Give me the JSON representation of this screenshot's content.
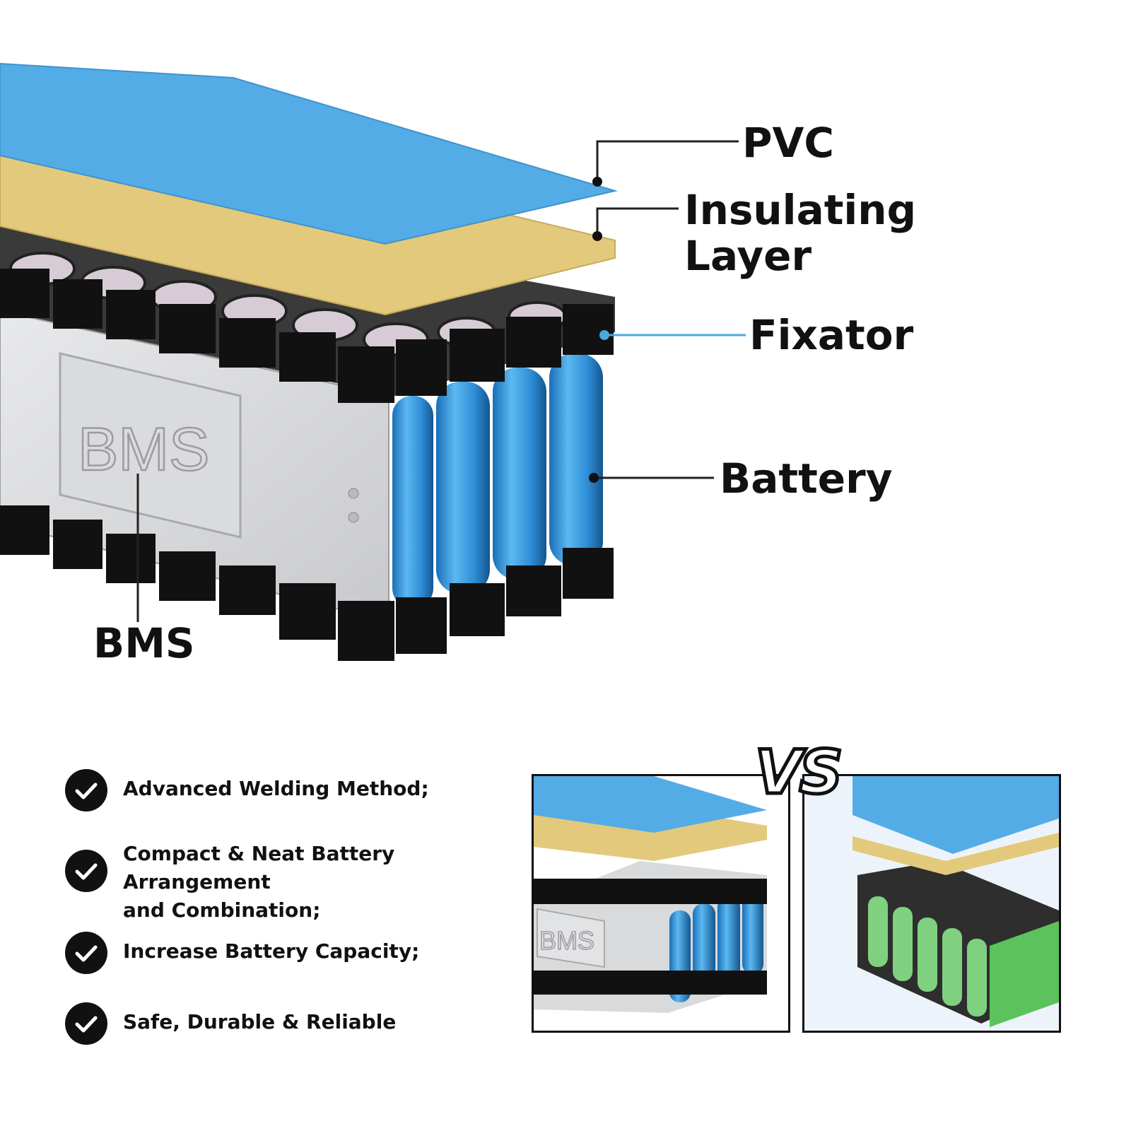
{
  "labels": {
    "pvc": "PVC",
    "insulating_line1": "Insulating",
    "insulating_line2": "Layer",
    "fixator": "Fixator",
    "battery": "Battery",
    "bms": "BMS",
    "bms_plate": "BMS",
    "bms_plate_small": "BMS",
    "vs": "VS"
  },
  "features": [
    {
      "line1": "Advanced Welding Method;",
      "line2": ""
    },
    {
      "line1": "Compact & Neat Battery Arrangement",
      "line2": "and Combination;"
    },
    {
      "line1": "Increase Battery Capacity;",
      "line2": ""
    },
    {
      "line1": "Safe, Durable & Reliable",
      "line2": ""
    }
  ],
  "colors": {
    "pvc_blue": "#54ace6",
    "insulating_yellow": "#e3c97b",
    "cell_blue": "#2f8fd8",
    "cell_green": "#7fd17f",
    "holder_black": "#111111",
    "bms_grey": "#d9dadc"
  },
  "icons": {
    "feature_bullet": "check-circle-icon"
  }
}
